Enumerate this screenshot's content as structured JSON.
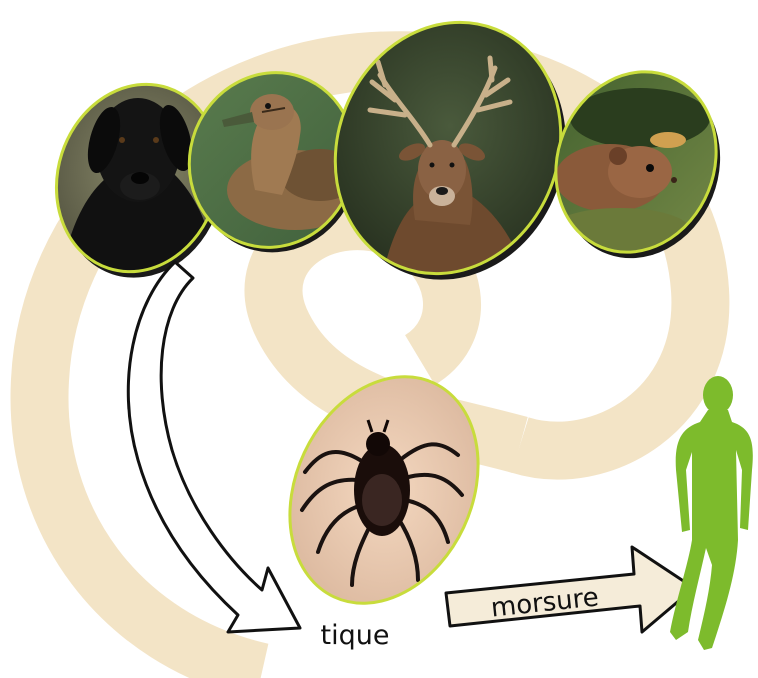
{
  "diagram": {
    "labels": {
      "tick": "tique",
      "bite": "morsure"
    },
    "hosts": [
      {
        "name": "dog-photo",
        "subject": "dog"
      },
      {
        "name": "duck-photo",
        "subject": "duck"
      },
      {
        "name": "deer-photo",
        "subject": "deer"
      },
      {
        "name": "vole-photo",
        "subject": "vole"
      }
    ],
    "colors": {
      "spiral": "#f3e4c6",
      "frame_outline": "#c8dc3c",
      "human": "#7dbb2c",
      "arrow_stroke": "#111111",
      "arrow_fill": "#ffffff",
      "bite_arrow_fill": "#f5ecd9"
    },
    "icons": {
      "human": "standing-person-silhouette",
      "tick": "tick-photo",
      "flow": "curved-arrow"
    }
  }
}
